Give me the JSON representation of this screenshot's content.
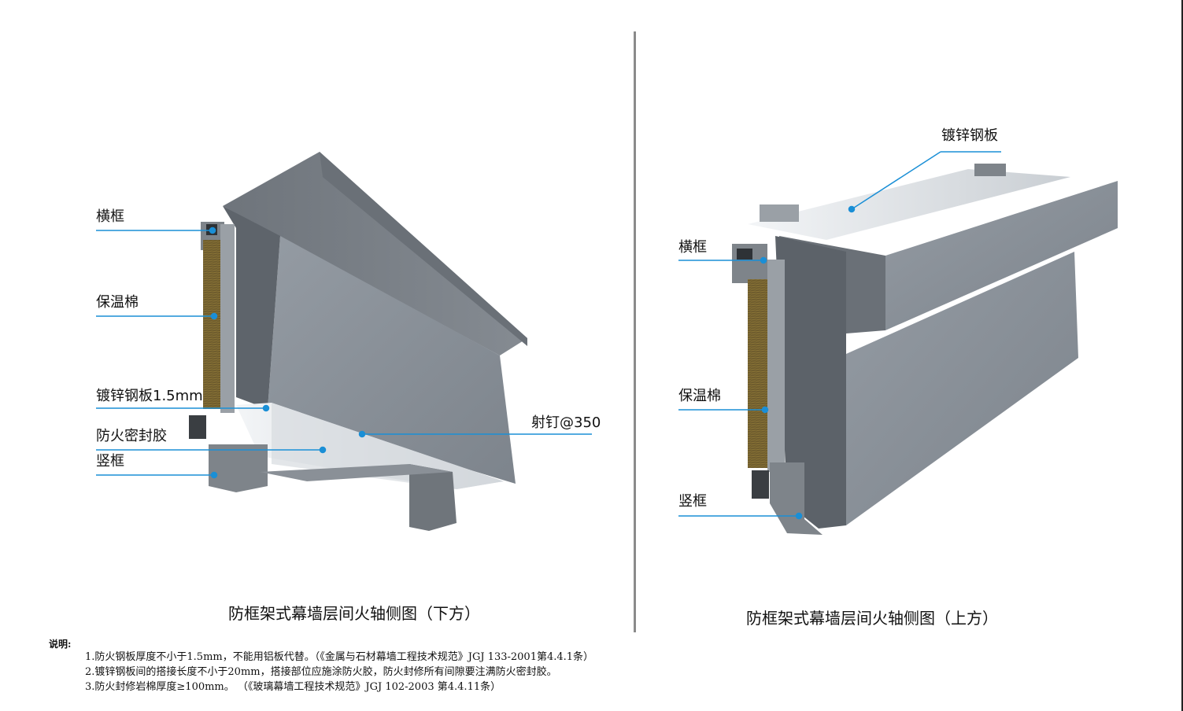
{
  "left_view": {
    "title": "防框架式幕墙层间火轴侧图（下方）",
    "labels": {
      "transom": "横框",
      "insulation": "保温棉",
      "galv_plate": "镀锌钢板1.5mm",
      "fire_sealant": "防火密封胶",
      "mullion": "竖框",
      "nail": "射钉@350"
    }
  },
  "right_view": {
    "title": "防框架式幕墙层间火轴侧图（上方）",
    "labels": {
      "galv_plate": "镀锌钢板",
      "transom": "横框",
      "insulation": "保温棉",
      "mullion": "竖框"
    }
  },
  "notes": {
    "heading": "说明:",
    "items": [
      "1.防火钢板厚度不小于1.5mm，不能用铝板代替。（《金属与石材幕墙工程技术规范》JGJ 133-2001第4.4.1条）",
      "2.镀锌钢板间的搭接长度不小于20mm，搭接部位应施涂防火胶，防火封修所有间隙要注满防火密封胶。",
      "3.防火封修岩棉厚度≥100mm。 （《玻璃幕墙工程技术规范》JGJ 102-2003 第4.4.11条）"
    ]
  },
  "colors": {
    "leader": "#1a8fd6",
    "concrete": "#8b929a",
    "concrete_dark": "#5f656c",
    "insulation": "#6b5a2c",
    "steel": "#e4e8ec",
    "aluminum": "#8a8f95"
  }
}
